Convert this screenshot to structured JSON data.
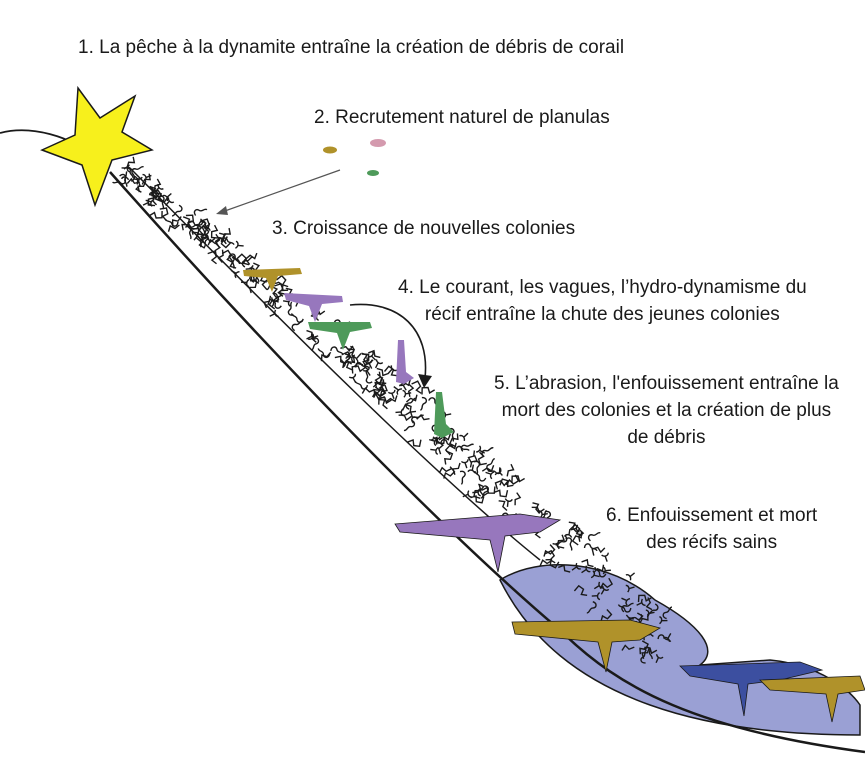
{
  "steps": [
    {
      "lines": [
        "1. La pêche à la dynamite entraîne la création de débris de corail"
      ]
    },
    {
      "lines": [
        "2. Recrutement naturel de planulas"
      ]
    },
    {
      "lines": [
        "3. Croissance de nouvelles colonies"
      ]
    },
    {
      "lines": [
        "4. Le courant, les vagues, l’hydro-dynamisme du",
        "récif entraîne la chute des jeunes colonies"
      ]
    },
    {
      "lines": [
        "5. L’abrasion, l'enfouissement entraîne la",
        "mort des colonies et la création de plus",
        "de débris"
      ]
    },
    {
      "lines": [
        "6. Enfouissement et mort",
        "des récifs sains"
      ]
    }
  ],
  "colors": {
    "explosion": "#f7f01c",
    "olive": "#b0922a",
    "purple": "#9777bd",
    "green": "#4e9a5a",
    "pink": "#d49aae",
    "blue": "#3c4fa0",
    "sand": "#9aa0d4",
    "outline": "#1a1a1a"
  },
  "icons": [
    "explosion-icon",
    "planula-icon",
    "coral-colony-icon",
    "curved-arrow-icon"
  ]
}
